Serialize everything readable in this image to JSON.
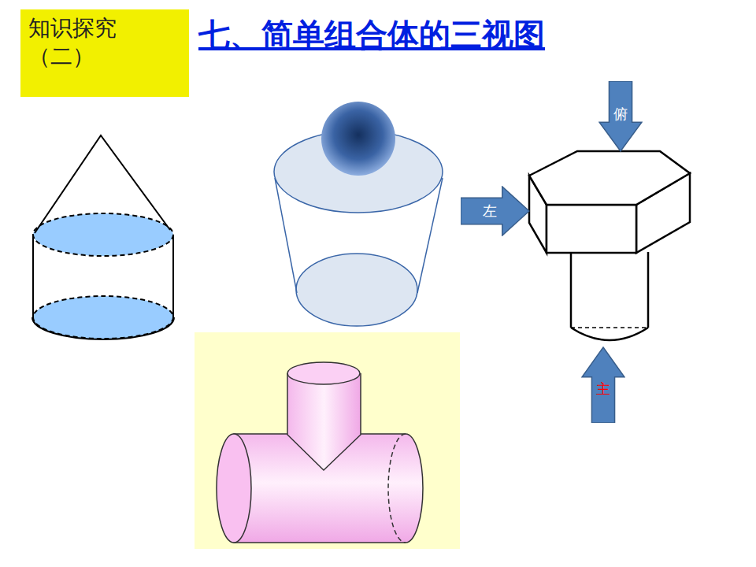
{
  "diagram": {
    "title": "七、简单组合体的三视图",
    "nodes": [
      {
        "text": [
          "知识探究 （二）"
        ]
      },
      {
        "text": [
          "俯"
        ]
      },
      {
        "text": [
          "左"
        ]
      },
      {
        "text": [
          "主"
        ]
      }
    ]
  }
}
